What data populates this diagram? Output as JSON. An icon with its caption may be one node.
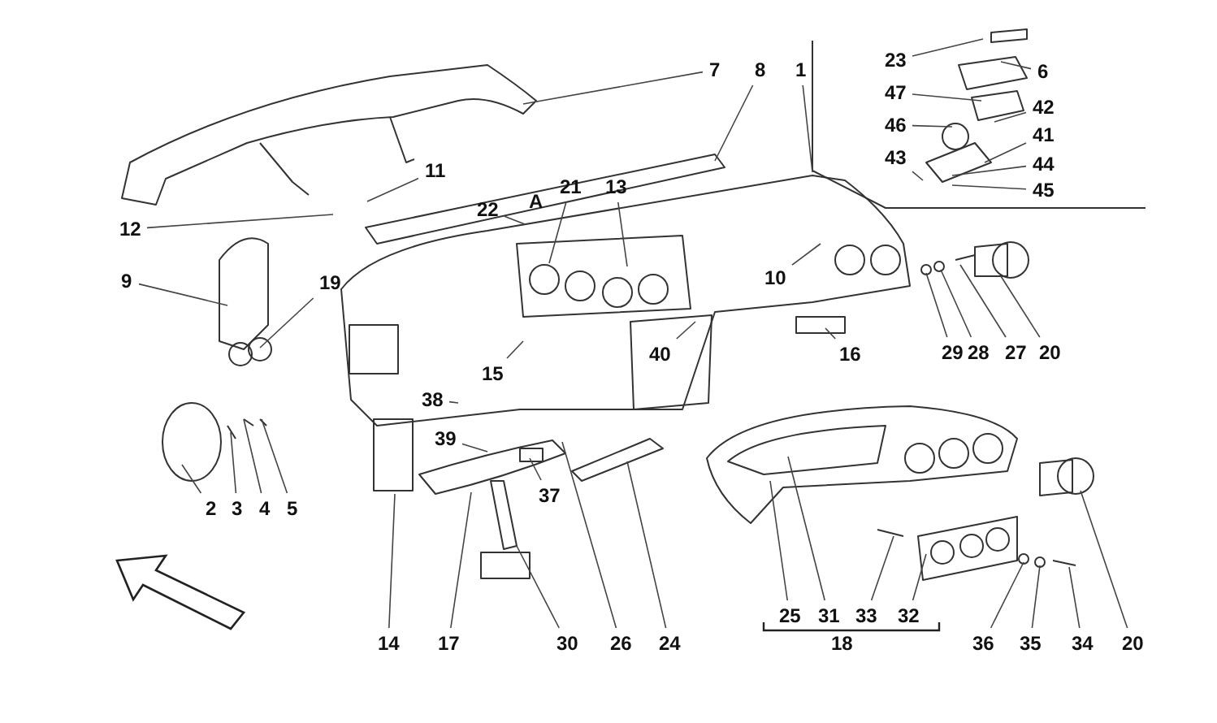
{
  "diagram": {
    "nodes": [
      {
        "text": [
          "7"
        ]
      },
      {
        "text": [
          "8"
        ]
      },
      {
        "text": [
          "1"
        ]
      },
      {
        "text": [
          "23"
        ]
      },
      {
        "text": [
          "6"
        ]
      },
      {
        "text": [
          "47"
        ]
      },
      {
        "text": [
          "42"
        ]
      },
      {
        "text": [
          "46"
        ]
      },
      {
        "text": [
          "41"
        ]
      },
      {
        "text": [
          "43"
        ]
      },
      {
        "text": [
          "44"
        ]
      },
      {
        "text": [
          "45"
        ]
      },
      {
        "text": [
          "11"
        ]
      },
      {
        "text": [
          "22"
        ]
      },
      {
        "text": [
          "21"
        ]
      },
      {
        "text": [
          "13"
        ]
      },
      {
        "text": [
          "12"
        ]
      },
      {
        "text": [
          "10"
        ]
      },
      {
        "text": [
          "9"
        ]
      },
      {
        "text": [
          "19"
        ]
      },
      {
        "text": [
          "16"
        ]
      },
      {
        "text": [
          "29"
        ]
      },
      {
        "text": [
          "28"
        ]
      },
      {
        "text": [
          "27"
        ]
      },
      {
        "text": [
          "20"
        ]
      },
      {
        "text": [
          "40"
        ]
      },
      {
        "text": [
          "15"
        ]
      },
      {
        "text": [
          "38"
        ]
      },
      {
        "text": [
          "39"
        ]
      },
      {
        "text": [
          "2"
        ]
      },
      {
        "text": [
          "3"
        ]
      },
      {
        "text": [
          "4"
        ]
      },
      {
        "text": [
          "5"
        ]
      },
      {
        "text": [
          "37"
        ]
      },
      {
        "text": [
          "25"
        ]
      },
      {
        "text": [
          "31"
        ]
      },
      {
        "text": [
          "33"
        ]
      },
      {
        "text": [
          "32"
        ]
      },
      {
        "text": [
          "14"
        ]
      },
      {
        "text": [
          "17"
        ]
      },
      {
        "text": [
          "30"
        ]
      },
      {
        "text": [
          "26"
        ]
      },
      {
        "text": [
          "24"
        ]
      },
      {
        "text": [
          "36"
        ]
      },
      {
        "text": [
          "35"
        ]
      },
      {
        "text": [
          "34"
        ]
      },
      {
        "text": [
          "20"
        ]
      }
    ],
    "edges": [
      {
        "from": 0,
        "to": null,
        "arrow": "none"
      },
      {
        "from": 1,
        "to": null,
        "arrow": "none"
      },
      {
        "from": 2,
        "to": null,
        "arrow": "none"
      },
      {
        "from": 3,
        "to": null,
        "arrow": "none"
      },
      {
        "from": 4,
        "to": null,
        "arrow": "none"
      },
      {
        "from": 5,
        "to": null,
        "arrow": "none"
      },
      {
        "from": 6,
        "to": null,
        "arrow": "none"
      },
      {
        "from": 7,
        "to": null,
        "arrow": "none"
      },
      {
        "from": 8,
        "to": null,
        "arrow": "none"
      },
      {
        "from": 9,
        "to": null,
        "arrow": "none"
      },
      {
        "from": 10,
        "to": null,
        "arrow": "none"
      },
      {
        "from": 11,
        "to": null,
        "arrow": "none"
      },
      {
        "from": 12,
        "to": null,
        "arrow": "none"
      },
      {
        "from": 13,
        "to": null,
        "arrow": "none"
      },
      {
        "from": 14,
        "to": null,
        "arrow": "none"
      },
      {
        "from": 15,
        "to": null,
        "arrow": "none"
      },
      {
        "from": 16,
        "to": null,
        "arrow": "none"
      },
      {
        "from": 17,
        "to": null,
        "arrow": "none"
      },
      {
        "from": 18,
        "to": null,
        "arrow": "none"
      },
      {
        "from": 19,
        "to": null,
        "arrow": "none"
      },
      {
        "from": 20,
        "to": null,
        "arrow": "none"
      },
      {
        "from": 21,
        "to": null,
        "arrow": "none"
      },
      {
        "from": 22,
        "to": null,
        "arrow": "none"
      },
      {
        "from": 23,
        "to": null,
        "arrow": "none"
      },
      {
        "from": 24,
        "to": null,
        "arrow": "none"
      },
      {
        "from": 25,
        "to": null,
        "arrow": "none"
      },
      {
        "from": 26,
        "to": null,
        "arrow": "none"
      },
      {
        "from": 27,
        "to": null,
        "arrow": "none"
      },
      {
        "from": 28,
        "to": null,
        "arrow": "none"
      },
      {
        "from": 29,
        "to": null,
        "arrow": "none"
      },
      {
        "from": 30,
        "to": null,
        "arrow": "none"
      },
      {
        "from": 31,
        "to": null,
        "arrow": "none"
      },
      {
        "from": 32,
        "to": null,
        "arrow": "none"
      },
      {
        "from": 33,
        "to": null,
        "arrow": "none"
      },
      {
        "from": 34,
        "to": null,
        "arrow": "none"
      },
      {
        "from": 35,
        "to": null,
        "arrow": "none"
      },
      {
        "from": 36,
        "to": null,
        "arrow": "none"
      },
      {
        "from": 37,
        "to": null,
        "arrow": "none"
      },
      {
        "from": 38,
        "to": null,
        "arrow": "none"
      },
      {
        "from": 39,
        "to": null,
        "arrow": "none"
      },
      {
        "from": 40,
        "to": null,
        "arrow": "none"
      },
      {
        "from": 41,
        "to": null,
        "arrow": "none"
      },
      {
        "from": 42,
        "to": null,
        "arrow": "none"
      },
      {
        "from": 43,
        "to": null,
        "arrow": "none"
      },
      {
        "from": 44,
        "to": null,
        "arrow": "none"
      },
      {
        "from": 45,
        "to": null,
        "arrow": "none"
      },
      {
        "from": 46,
        "to": null,
        "arrow": "none"
      }
    ],
    "labels": [
      "A",
      "18"
    ]
  }
}
